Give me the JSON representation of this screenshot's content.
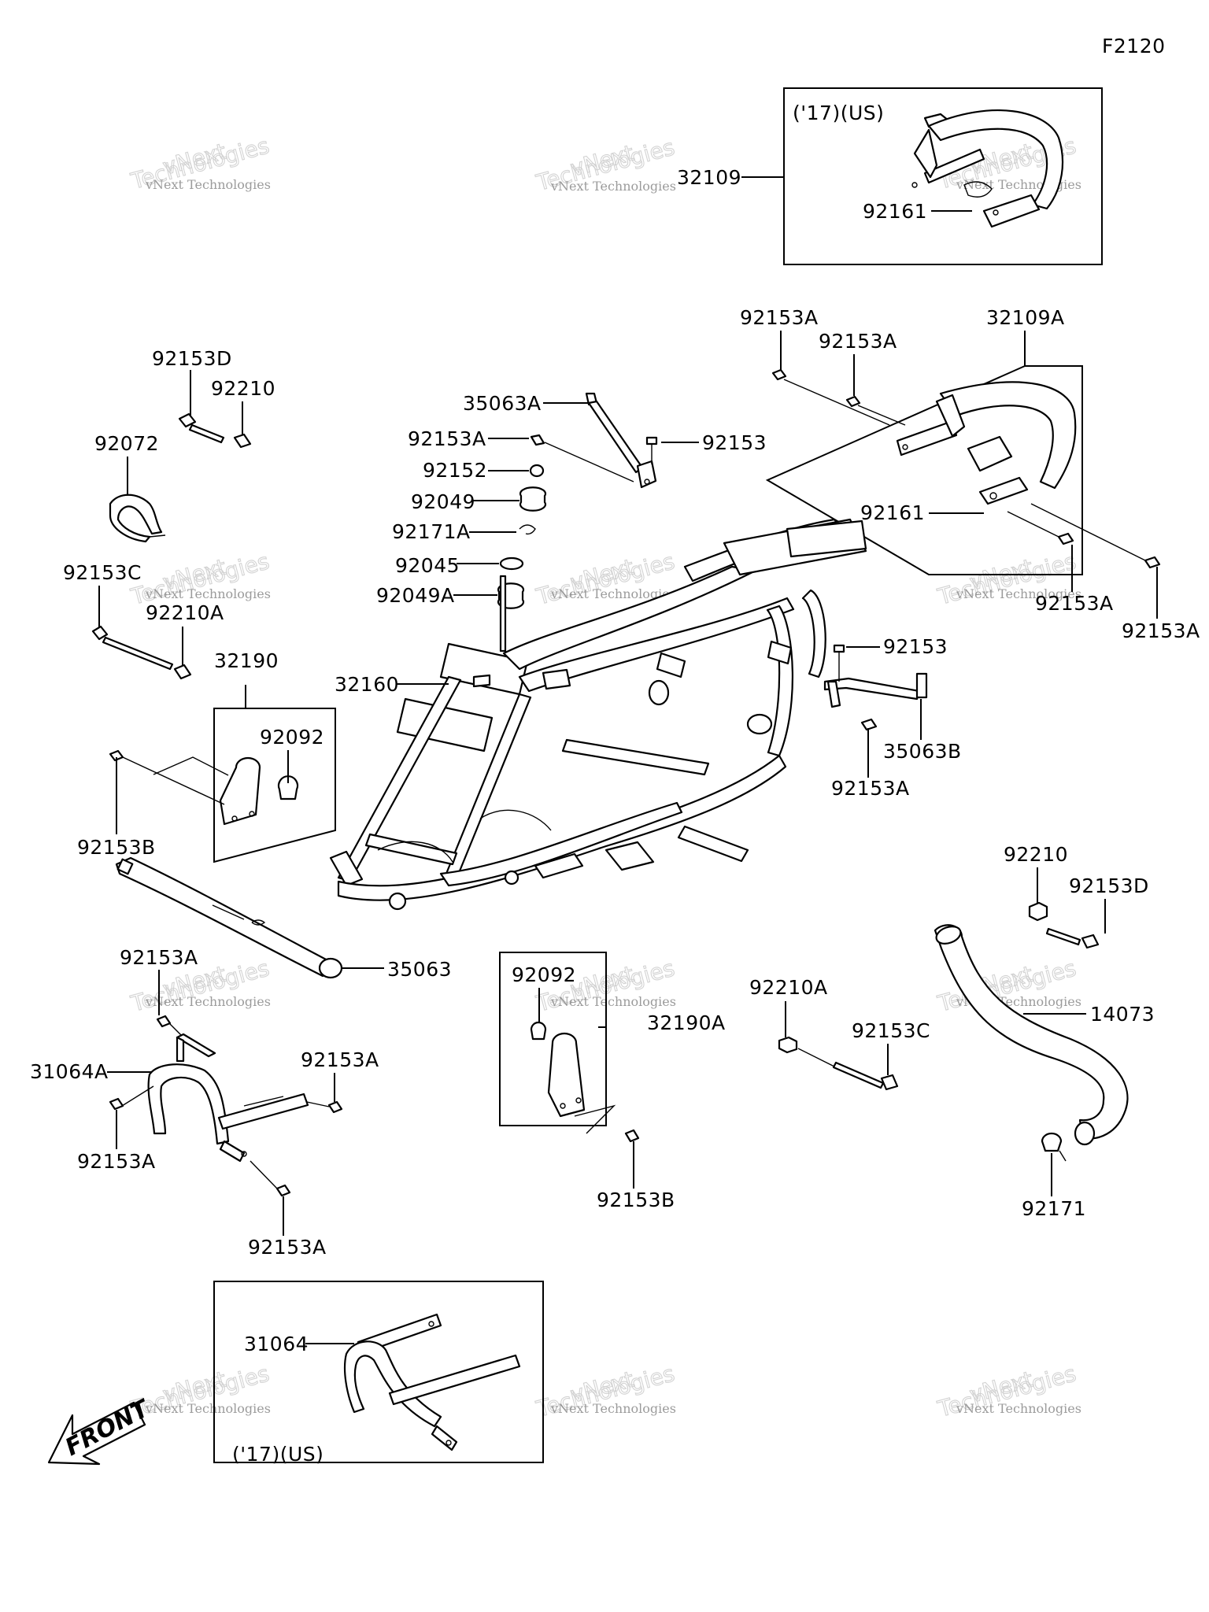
{
  "figure_code": "F2120",
  "year_region_note": "('17)(US)",
  "front_label": "FRONT",
  "watermark": {
    "line1": "vNext Technologies",
    "line2": "vNext",
    "line3": "Technologies"
  },
  "parts": {
    "p32109": "32109",
    "p92161_top": "92161",
    "p92153A_1": "92153A",
    "p92153A_2": "92153A",
    "p32109A": "32109A",
    "p92153D_top": "92153D",
    "p92210_top": "92210",
    "p35063A": "35063A",
    "p92153A_3": "92153A",
    "p92153_1": "92153",
    "p92152": "92152",
    "p92072": "92072",
    "p92049": "92049",
    "p92161_mid": "92161",
    "p92171A": "92171A",
    "p92045": "92045",
    "p92153C_left": "92153C",
    "p92049A": "92049A",
    "p92210A_left": "92210A",
    "p92153A_4": "92153A",
    "p92153A_5": "92153A",
    "p32190": "32190",
    "p32160": "32160",
    "p92153_2": "92153",
    "p92092_left": "92092",
    "p35063B": "35063B",
    "p92153B_left": "92153B",
    "p92153A_6": "92153A",
    "p92210_right": "92210",
    "p92153D_right": "92153D",
    "p35063": "35063",
    "p92153A_7": "92153A",
    "p92092_mid": "92092",
    "p32190A": "32190A",
    "p92210A_mid": "92210A",
    "p14073": "14073",
    "p92153C_mid": "92153C",
    "p31064A": "31064A",
    "p92153A_8": "92153A",
    "p92153A_9": "92153A",
    "p92153B_mid": "92153B",
    "p92171": "92171",
    "p92153A_10": "92153A",
    "p31064": "31064"
  }
}
